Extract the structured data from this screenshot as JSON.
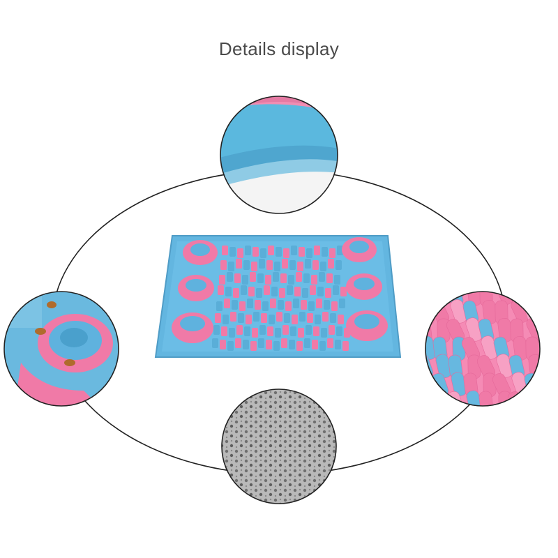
{
  "title": "Details display",
  "colors": {
    "mat_blue": "#63b6e0",
    "mat_pink": "#f07aa7",
    "orbit_line": "#222222",
    "grip_grey": "#8e8e8e"
  },
  "details": [
    {
      "name": "edge-stitching-detail"
    },
    {
      "name": "food-cup-detail"
    },
    {
      "name": "fleece-strips-detail"
    },
    {
      "name": "non-slip-bottom-detail"
    }
  ]
}
